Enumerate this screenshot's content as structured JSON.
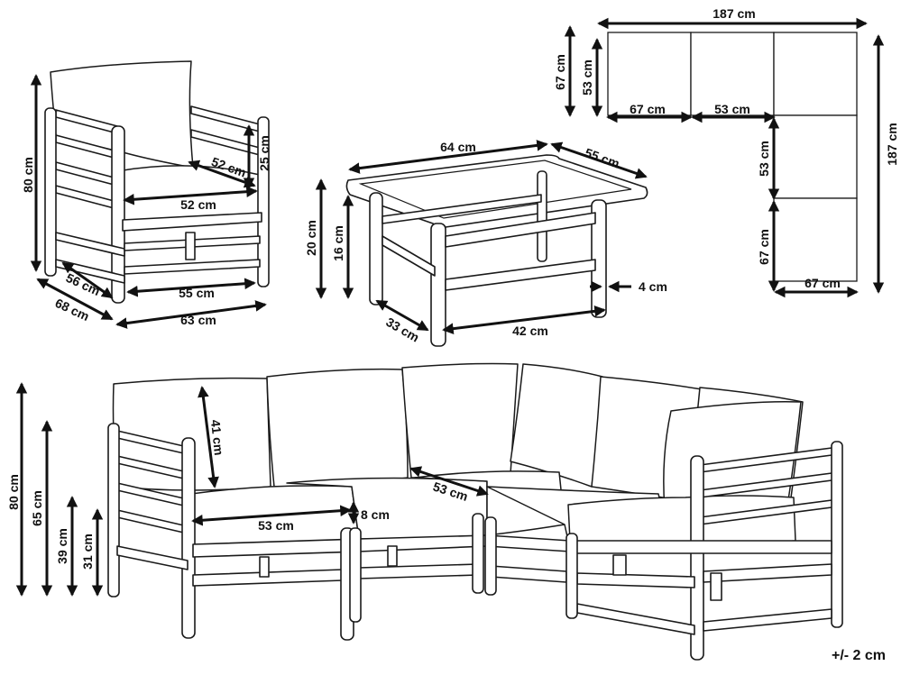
{
  "labels": {
    "chair_height": "80 cm",
    "chair_back_cushion_height": "25 cm",
    "chair_seat_depth_diag": "52 cm",
    "chair_seat_width": "52 cm",
    "chair_inner_depth": "56 cm",
    "chair_outer_depth": "68 cm",
    "chair_inner_width": "55 cm",
    "chair_outer_width": "63 cm",
    "table_width": "64 cm",
    "table_depth": "55 cm",
    "table_height": "20 cm",
    "table_inner_height": "16 cm",
    "table_leg_depth": "33 cm",
    "table_leg_span": "42 cm",
    "table_leg_thickness": "4 cm",
    "plan_total_width": "187 cm",
    "plan_total_depth": "187 cm",
    "plan_left_outer": "67 cm",
    "plan_left_inner": "53 cm",
    "plan_bottom_left": "67 cm",
    "plan_bottom_mid": "53 cm",
    "plan_right_upper": "53 cm",
    "plan_right_lower": "67 cm",
    "plan_bottom_right": "67 cm",
    "sofa_height_total": "80 cm",
    "sofa_height_arm": "65 cm",
    "sofa_height_seat": "39 cm",
    "sofa_height_frame": "31 cm",
    "sofa_back_cushion": "41 cm",
    "sofa_seat_depth": "53 cm",
    "sofa_seat_width": "53 cm",
    "sofa_module_gap": "8 cm",
    "tolerance": "+/- 2 cm"
  },
  "arrow_color": "#111111",
  "line_color": "#1a1a1a"
}
